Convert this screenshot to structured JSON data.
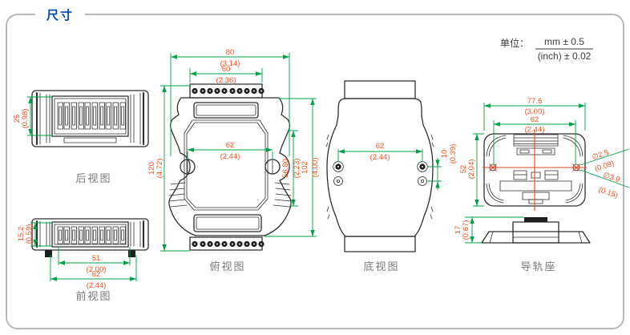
{
  "title": "尺寸",
  "units": {
    "label": "单位：",
    "mm": "mm ± 0.5",
    "inch": "(inch) ± 0.02"
  },
  "colors": {
    "dimension_line": "#00A046",
    "dimension_text": "#F4511E",
    "crosshair": "#E8401E",
    "outline": "#2e2e2e",
    "title": "#0047B8",
    "view_label": "#7a7a7a",
    "border": "#b8b8b8"
  },
  "views": {
    "rear": {
      "label": "后视图",
      "height_mm": "25",
      "height_in": "(0.98)"
    },
    "front": {
      "label": "前视图",
      "height_mm": "15.2",
      "height_in": "(0.59)",
      "inner_mm": "51",
      "inner_in": "(2.00)",
      "outer_mm": "62",
      "outer_in": "(2.44)"
    },
    "top": {
      "label": "俯视图",
      "width_mm": "80",
      "width_in": "(3.14)",
      "term_mm": "60",
      "term_in": "(2.36)",
      "screw_mm": "62",
      "screw_in": "(2.44)",
      "len_mm": "120",
      "len_in": "(4.72)",
      "mid_mm": "56.80",
      "mid_in": "(2.23)",
      "body_mm": "102",
      "body_in": "(4.00)"
    },
    "bottom": {
      "label": "底视图",
      "screw_mm": "62",
      "screw_in": "(2.44)",
      "gap_mm": "10",
      "gap_in": "(0.39)"
    },
    "rail": {
      "label": "导轨座",
      "width_mm": "77.6",
      "width_in": "(3.00)",
      "screw_mm": "62",
      "screw_in": "(2.44)",
      "height_mm": "52",
      "height_in": "(2.04)",
      "hole_small": "∅2.5",
      "hole_small_in": "(0.09)",
      "hole_large": "∅3.9",
      "hole_large_in": "(0.15)",
      "base_mm": "17",
      "base_in": "(0.67)"
    }
  }
}
